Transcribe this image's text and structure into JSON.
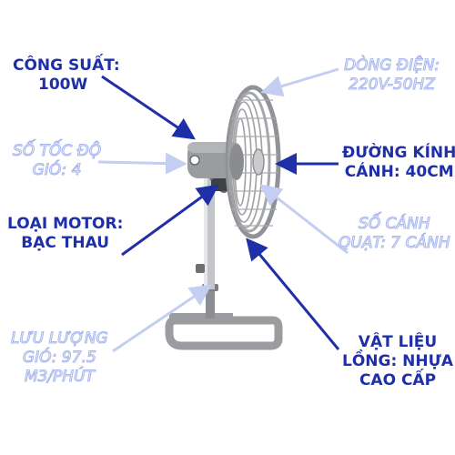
{
  "colors": {
    "solid": "#1f2fa8",
    "ghost": "#aab8ee",
    "fan_grey": "#8f9296",
    "fan_dark": "#4a4c50",
    "stand": "#9a9ca0"
  },
  "labels": {
    "power": {
      "line1": "CÔNG SUẤT:",
      "line2": "100W"
    },
    "voltage": {
      "line1": "DÒNG ĐIỆN:",
      "line2": "220V-50HZ"
    },
    "speed": {
      "line1": "SỐ TỐC ĐỘ",
      "line2": "GIÓ: 4"
    },
    "diameter": {
      "line1": "ĐƯỜNG KÍNH",
      "line2": "CÁNH: 40CM"
    },
    "motor": {
      "line1": "LOẠI MOTOR:",
      "line2": "BẠC THAU"
    },
    "blades": {
      "line1": "SỐ CÁNH",
      "line2": "QUẠT: 7 CÁNH"
    },
    "airflow": {
      "line1": "LƯU LƯỢNG",
      "line2": "GIÓ: 97.5",
      "line3": "M3/PHÚT"
    },
    "cage": {
      "line1": "VẬT LIỆU",
      "line2": "LỒNG: NHỰA",
      "line3": "CAO CẤP"
    }
  },
  "icons": {
    "arrow": "arrow-icon",
    "product": "standing-fan-icon"
  }
}
